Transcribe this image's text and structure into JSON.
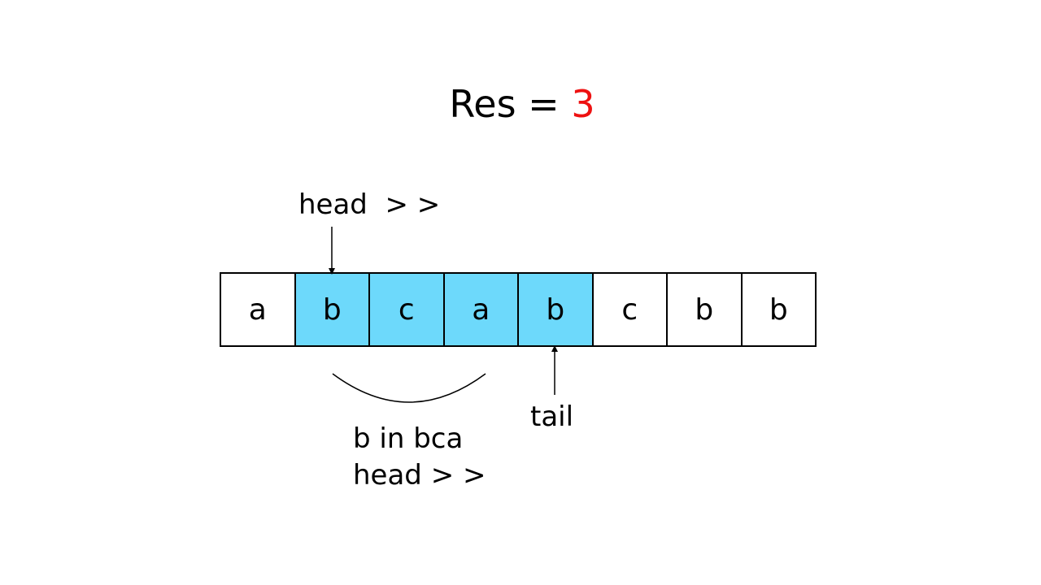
{
  "title": {
    "prefix": "Res =",
    "value": "3"
  },
  "head_label": "head  > >",
  "array": {
    "cells": [
      {
        "char": "a",
        "highlighted": false
      },
      {
        "char": "b",
        "highlighted": true
      },
      {
        "char": "c",
        "highlighted": true
      },
      {
        "char": "a",
        "highlighted": true
      },
      {
        "char": "b",
        "highlighted": true
      },
      {
        "char": "c",
        "highlighted": false
      },
      {
        "char": "b",
        "highlighted": false
      },
      {
        "char": "b",
        "highlighted": false
      }
    ]
  },
  "tail_label": "tail",
  "note": {
    "line1": "b in bca",
    "line2": "head > >"
  },
  "colors": {
    "highlight": "#6dd9fb",
    "result": "#ee1111"
  }
}
